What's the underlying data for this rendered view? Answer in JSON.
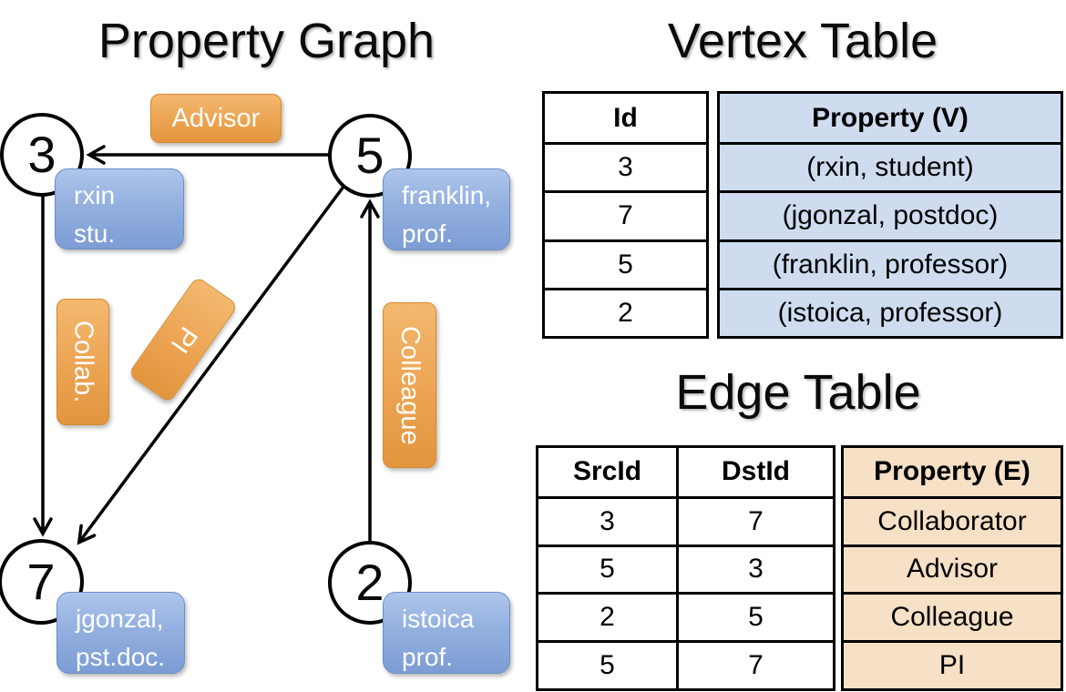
{
  "colors": {
    "edge_label_orange": "#eca452",
    "property_box_blue": "#93b0df",
    "vertex_property_fill": "#cfdcf0",
    "edge_property_fill": "#f6e0c6",
    "line_black": "#000000"
  },
  "graph": {
    "title": "Property Graph",
    "nodes": [
      {
        "id": "3"
      },
      {
        "id": "5"
      },
      {
        "id": "7"
      },
      {
        "id": "2"
      }
    ],
    "edge_labels": [
      {
        "key": "advisor",
        "label": "Advisor"
      },
      {
        "key": "collab",
        "label": "Collab."
      },
      {
        "key": "pi",
        "label": "PI"
      },
      {
        "key": "colleague",
        "label": "Colleague"
      }
    ],
    "property_boxes": [
      {
        "key": "rxin",
        "line1": "rxin",
        "line2": "stu."
      },
      {
        "key": "franklin",
        "line1": "franklin,",
        "line2": "prof."
      },
      {
        "key": "jgonzal",
        "line1": "jgonzal,",
        "line2": "pst.doc."
      },
      {
        "key": "istoica",
        "line1": "istoica",
        "line2": "prof."
      }
    ]
  },
  "vertex_table": {
    "title": "Vertex Table",
    "columns": {
      "id": "Id",
      "property": "Property (V)"
    },
    "rows": [
      {
        "id": "3",
        "property": "(rxin, student)"
      },
      {
        "id": "7",
        "property": "(jgonzal, postdoc)"
      },
      {
        "id": "5",
        "property": "(franklin, professor)"
      },
      {
        "id": "2",
        "property": "(istoica, professor)"
      }
    ]
  },
  "edge_table": {
    "title": "Edge Table",
    "columns": {
      "src": "SrcId",
      "dst": "DstId",
      "property": "Property (E)"
    },
    "rows": [
      {
        "src": "3",
        "dst": "7",
        "property": "Collaborator"
      },
      {
        "src": "5",
        "dst": "3",
        "property": "Advisor"
      },
      {
        "src": "2",
        "dst": "5",
        "property": "Colleague"
      },
      {
        "src": "5",
        "dst": "7",
        "property": "PI"
      }
    ]
  }
}
